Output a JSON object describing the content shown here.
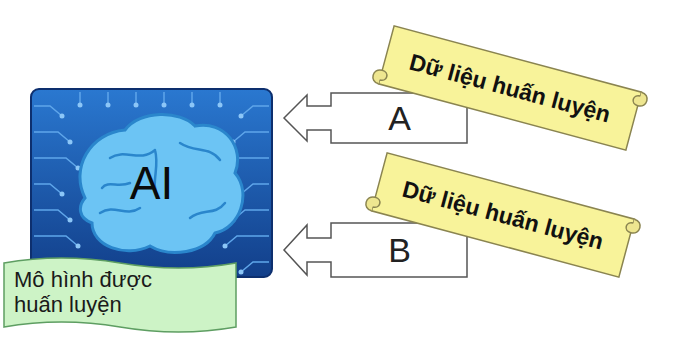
{
  "diagram": {
    "nodes": [
      {
        "text": [
          "AI"
        ]
      },
      {
        "text": [
          "Mô hình được huấn luyện"
        ]
      },
      {
        "text": [
          "Dữ liệu huấn luyện"
        ]
      },
      {
        "text": [
          "A"
        ]
      },
      {
        "text": [
          "Dữ liệu huấn luyện"
        ]
      },
      {
        "text": [
          "B"
        ]
      }
    ]
  }
}
